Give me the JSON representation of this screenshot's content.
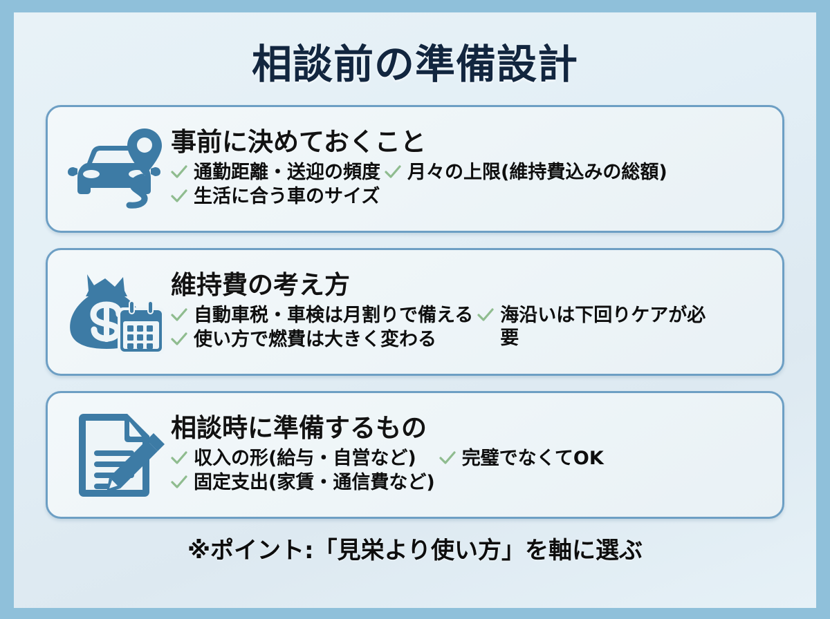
{
  "page": {
    "title": "相談前の準備設計",
    "footer_note": "※ポイント:「見栄より使い方」を軸に選ぶ"
  },
  "colors": {
    "frame": "#8fc0da",
    "canvas": "#e6f1f7",
    "card_border": "#6d9fc4",
    "card_fill": "#eef5f8",
    "icon": "#3d7ba5",
    "title_text": "#12263f",
    "body_text": "#0e0e0e",
    "check_green": "#8fbc8f"
  },
  "cards": [
    {
      "id": "card-1",
      "icon_name": "car-route-pin-icon",
      "title": "事前に決めておくこと",
      "bullets_left": [
        "通勤距離・送迎の頻度",
        "生活に合う車のサイズ"
      ],
      "bullets_right": [
        "月々の上限(維持費込みの総額)"
      ]
    },
    {
      "id": "card-2",
      "icon_name": "money-bag-calendar-icon",
      "title": "維持費の考え方",
      "bullets_left": [
        "自動車税・車検は月割りで備える",
        "使い方で燃費は大きく変わる"
      ],
      "bullets_right": [
        "海沿いは下回りケアが必要"
      ]
    },
    {
      "id": "card-3",
      "icon_name": "document-pencil-icon",
      "title": "相談時に準備するもの",
      "bullets_left": [
        "収入の形(給与・自営など)",
        "固定支出(家賃・通信費など)"
      ],
      "bullets_right": [
        "完璧でなくてOK"
      ]
    }
  ]
}
